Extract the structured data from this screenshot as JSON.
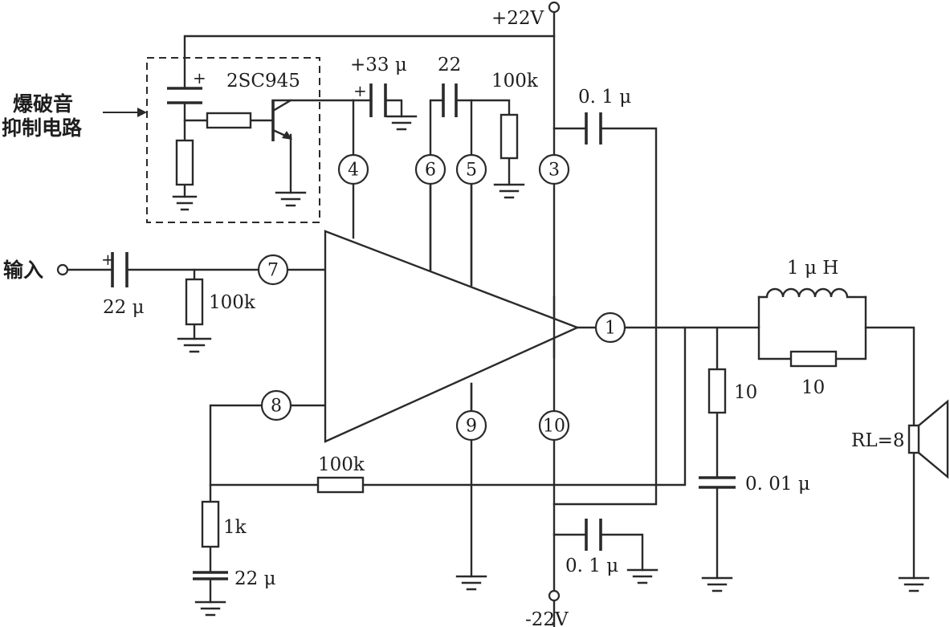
{
  "supply": {
    "positive": "+22V",
    "negative": "-22V"
  },
  "suppressor": {
    "title_line1": "爆破音",
    "title_line2": "抑制电路",
    "transistor": "2SC945"
  },
  "input": {
    "label": "输入"
  },
  "pins": [
    "4",
    "6",
    "5",
    "3",
    "7",
    "1",
    "8",
    "9",
    "10"
  ],
  "components": {
    "c_pin4": "+33 μ",
    "c_pin6_5": "22",
    "r_pin5": "100k",
    "c_pin3": "0. 1 μ",
    "c_input": "22 μ",
    "r_input": "100k",
    "inductor": "1 μ H",
    "r_inductor": "10",
    "r_zobel": "10",
    "c_zobel": "0. 01 μ",
    "load": "RL=8",
    "r_feedback": "100k",
    "r_pin8": "1k",
    "c_pin8": "22 μ",
    "c_bottom": "0. 1 μ"
  },
  "polarity_mark": "+"
}
